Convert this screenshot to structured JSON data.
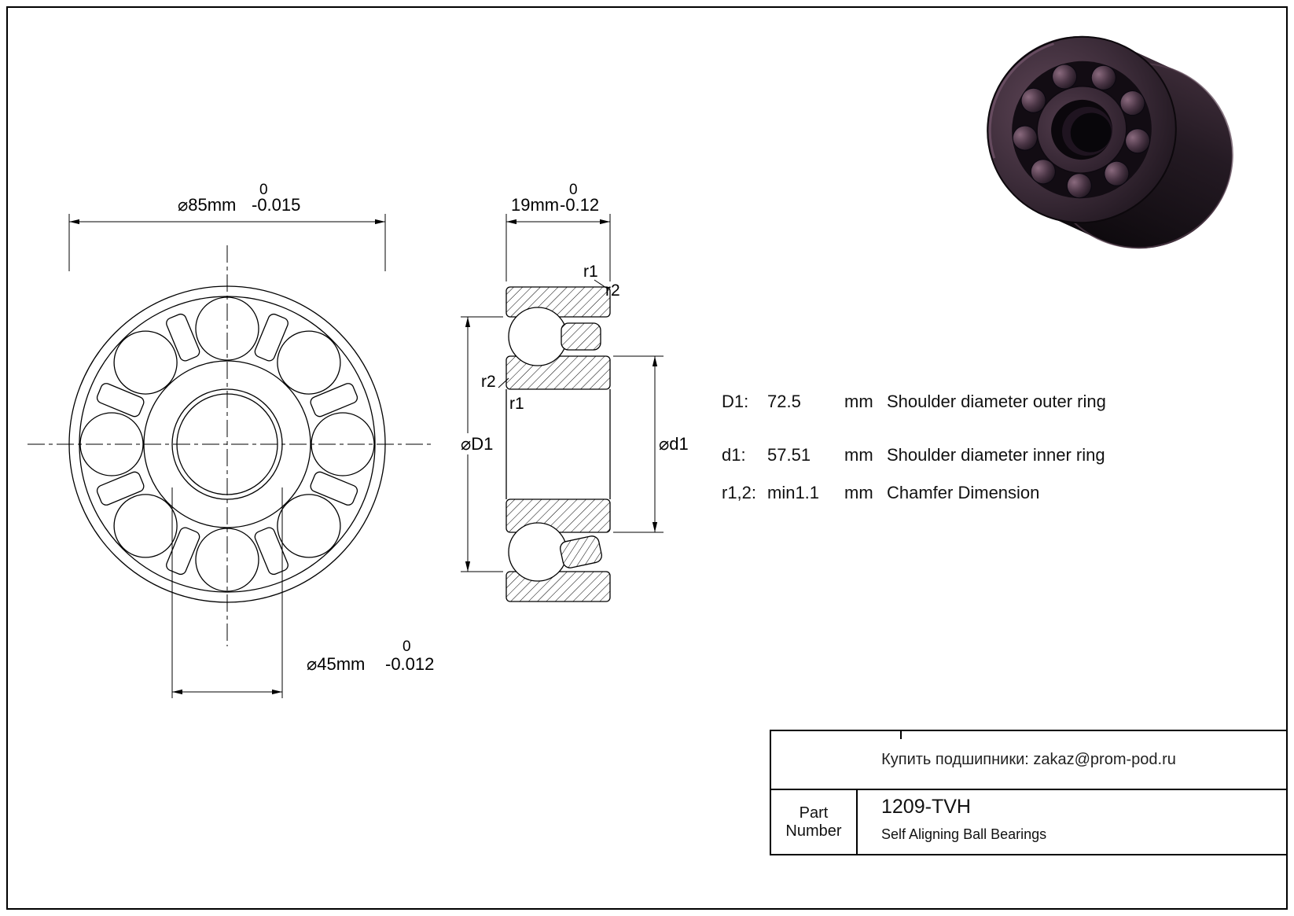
{
  "colors": {
    "line": "#000000",
    "bearing_body_dark": "#17101a",
    "bearing_body_highlight": "#5f4657"
  },
  "front_view": {
    "dim_outer": {
      "label": "⌀85mm",
      "tol_upper": "0",
      "tol_lower": "-0.015"
    },
    "dim_bore": {
      "label": "⌀45mm",
      "tol_upper": "0",
      "tol_lower": "-0.012"
    }
  },
  "section_view": {
    "dim_width": {
      "label": "19mm",
      "tol_upper": "0",
      "tol_lower": "-0.12"
    },
    "labels": {
      "r1_top": "r1",
      "r2_top": "r2",
      "r2_left": "r2",
      "r1_left": "r1",
      "shoulder_outer": "⌀D1",
      "shoulder_inner": "⌀d1"
    }
  },
  "specs": [
    {
      "name": "D1:",
      "value": "72.5",
      "unit": "mm",
      "desc": "Shoulder diameter outer ring"
    },
    {
      "name": "d1:",
      "value": "57.51",
      "unit": "mm",
      "desc": "Shoulder diameter inner ring"
    },
    {
      "name": "r1,2:",
      "value": "min1.1",
      "unit": "mm",
      "desc": "Chamfer Dimension"
    }
  ],
  "title_block": {
    "note": "Купить подшипники: zakaz@prom-pod.ru",
    "part_label_line1": "Part",
    "part_label_line2": "Number",
    "part_number": "1209-TVH",
    "description": "Self Aligning Ball Bearings"
  }
}
